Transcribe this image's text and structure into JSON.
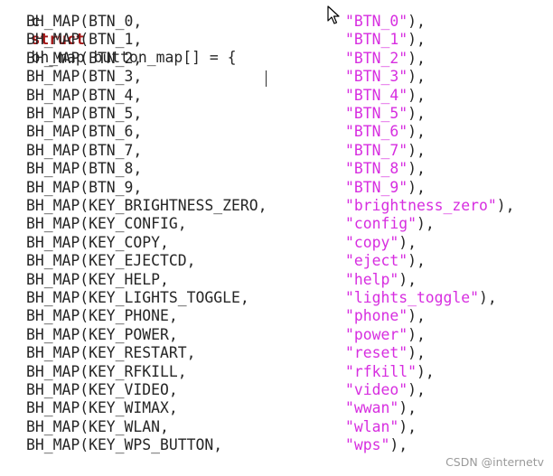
{
  "code": {
    "header": {
      "prefix": "c",
      "keyword": "struct",
      "rest": "bh_map button_map[] = {"
    },
    "lines": [
      {
        "code": "BH_MAP(BTN_0,",
        "str": "\"BTN_0\"",
        "punct": "),"
      },
      {
        "code": "BH_MAP(BTN_1,",
        "str": "\"BTN_1\"",
        "punct": "),"
      },
      {
        "code": "BH_MAP(BTN_2,",
        "str": "\"BTN_2\"",
        "punct": "),"
      },
      {
        "code": "BH_MAP(BTN_3,",
        "str": "\"BTN_3\"",
        "punct": "),"
      },
      {
        "code": "BH_MAP(BTN_4,",
        "str": "\"BTN_4\"",
        "punct": "),"
      },
      {
        "code": "BH_MAP(BTN_5,",
        "str": "\"BTN_5\"",
        "punct": "),"
      },
      {
        "code": "BH_MAP(BTN_6,",
        "str": "\"BTN_6\"",
        "punct": "),"
      },
      {
        "code": "BH_MAP(BTN_7,",
        "str": "\"BTN_7\"",
        "punct": "),"
      },
      {
        "code": "BH_MAP(BTN_8,",
        "str": "\"BTN_8\"",
        "punct": "),"
      },
      {
        "code": "BH_MAP(BTN_9,",
        "str": "\"BTN_9\"",
        "punct": "),"
      },
      {
        "code": "BH_MAP(KEY_BRIGHTNESS_ZERO,",
        "str": "\"brightness_zero\"",
        "punct": "),"
      },
      {
        "code": "BH_MAP(KEY_CONFIG,",
        "str": "\"config\"",
        "punct": "),"
      },
      {
        "code": "BH_MAP(KEY_COPY,",
        "str": "\"copy\"",
        "punct": "),"
      },
      {
        "code": "BH_MAP(KEY_EJECTCD,",
        "str": "\"eject\"",
        "punct": "),"
      },
      {
        "code": "BH_MAP(KEY_HELP,",
        "str": "\"help\"",
        "punct": "),"
      },
      {
        "code": "BH_MAP(KEY_LIGHTS_TOGGLE,",
        "str": "\"lights_toggle\"",
        "punct": "),"
      },
      {
        "code": "BH_MAP(KEY_PHONE,",
        "str": "\"phone\"",
        "punct": "),"
      },
      {
        "code": "BH_MAP(KEY_POWER,",
        "str": "\"power\"",
        "punct": "),"
      },
      {
        "code": "BH_MAP(KEY_RESTART,",
        "str": "\"reset\"",
        "punct": "),"
      },
      {
        "code": "BH_MAP(KEY_RFKILL,",
        "str": "\"rfkill\"",
        "punct": "),"
      },
      {
        "code": "BH_MAP(KEY_VIDEO,",
        "str": "\"video\"",
        "punct": "),"
      },
      {
        "code": "BH_MAP(KEY_WIMAX,",
        "str": "\"wwan\"",
        "punct": "),"
      },
      {
        "code": "BH_MAP(KEY_WLAN,",
        "str": "\"wlan\"",
        "punct": "),"
      },
      {
        "code": "BH_MAP(KEY_WPS_BUTTON,",
        "str": "\"wps\"",
        "punct": "),"
      }
    ]
  },
  "watermark": "CSDN @internetv",
  "colors": {
    "keyword": "#a31515",
    "string": "#d72ee0",
    "text": "#262626",
    "background": "#ffffff"
  },
  "icons": {
    "pointer": "mouse-pointer-icon"
  }
}
